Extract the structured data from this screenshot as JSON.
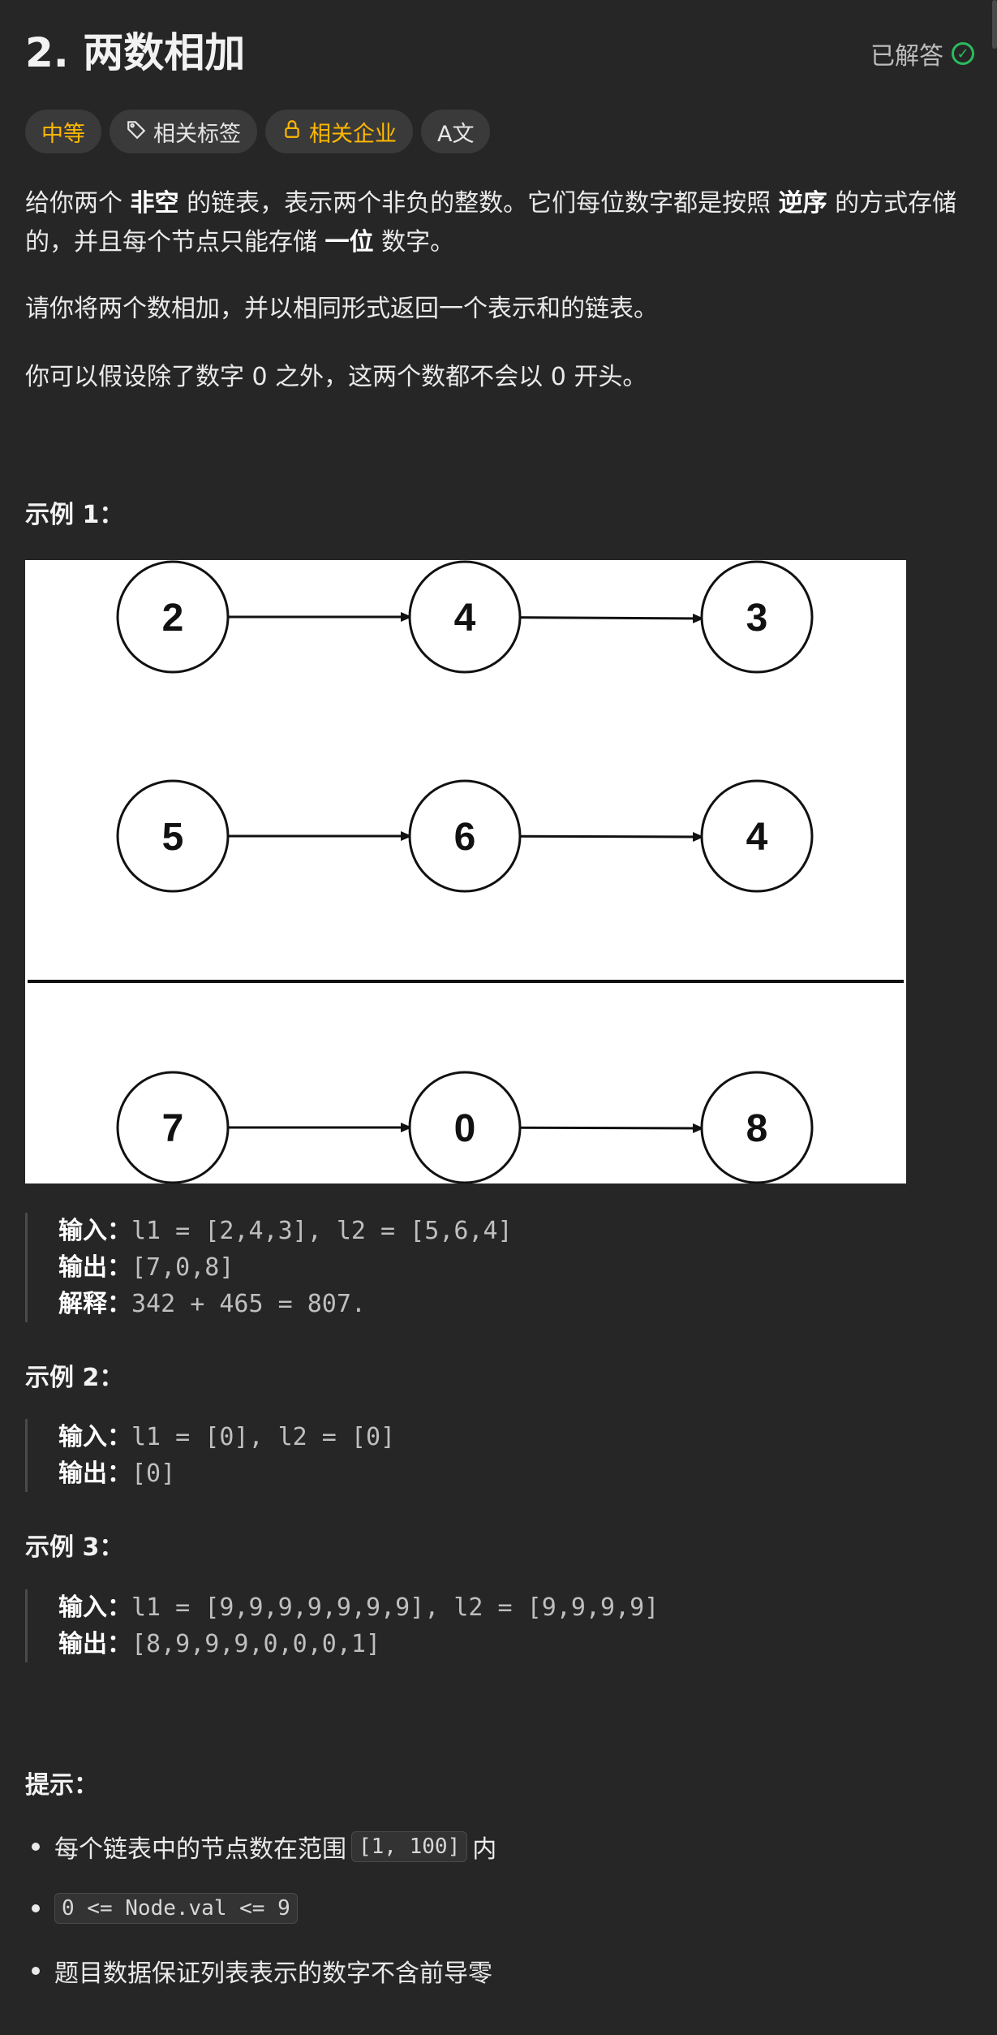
{
  "title": "2. 两数相加",
  "solved_label": "已解答",
  "tags": {
    "difficulty": "中等",
    "topics": "相关标签",
    "companies": "相关企业",
    "translate": "A文"
  },
  "description": {
    "p1_a": "给你两个 ",
    "p1_b1": "非空",
    "p1_c": " 的链表，表示两个非负的整数。它们每位数字都是按照 ",
    "p1_b2": "逆序",
    "p1_d": " 的方式存储的，并且每个节点只能存储 ",
    "p1_b3": "一位",
    "p1_e": " 数字。",
    "p2": "请你将两个数相加，并以相同形式返回一个表示和的链表。",
    "p3": "你可以假设除了数字 0 之外，这两个数都不会以 0 开头。"
  },
  "figure": {
    "row1": [
      "2",
      "4",
      "3"
    ],
    "row2": [
      "5",
      "6",
      "4"
    ],
    "row3": [
      "7",
      "0",
      "8"
    ]
  },
  "examples": [
    {
      "heading": "示例 1：",
      "input_label": "输入：",
      "input": "l1 = [2,4,3], l2 = [5,6,4]",
      "output_label": "输出：",
      "output": "[7,0,8]",
      "explain_label": "解释：",
      "explain": "342 + 465 = 807."
    },
    {
      "heading": "示例 2：",
      "input_label": "输入：",
      "input": "l1 = [0], l2 = [0]",
      "output_label": "输出：",
      "output": "[0]"
    },
    {
      "heading": "示例 3：",
      "input_label": "输入：",
      "input": "l1 = [9,9,9,9,9,9,9], l2 = [9,9,9,9]",
      "output_label": "输出：",
      "output": "[8,9,9,9,0,0,0,1]"
    }
  ],
  "hints": {
    "heading": "提示：",
    "items": [
      {
        "pre": "每个链表中的节点数在范围 ",
        "code": "[1, 100]",
        "post": " 内"
      },
      {
        "pre": "",
        "code": "0 <= Node.val <= 9",
        "post": ""
      },
      {
        "pre": "题目数据保证列表表示的数字不含前导零",
        "code": "",
        "post": ""
      }
    ]
  },
  "colors": {
    "accent_difficulty": "#ffb800",
    "solved": "#2cbb5d",
    "background": "#262626"
  }
}
